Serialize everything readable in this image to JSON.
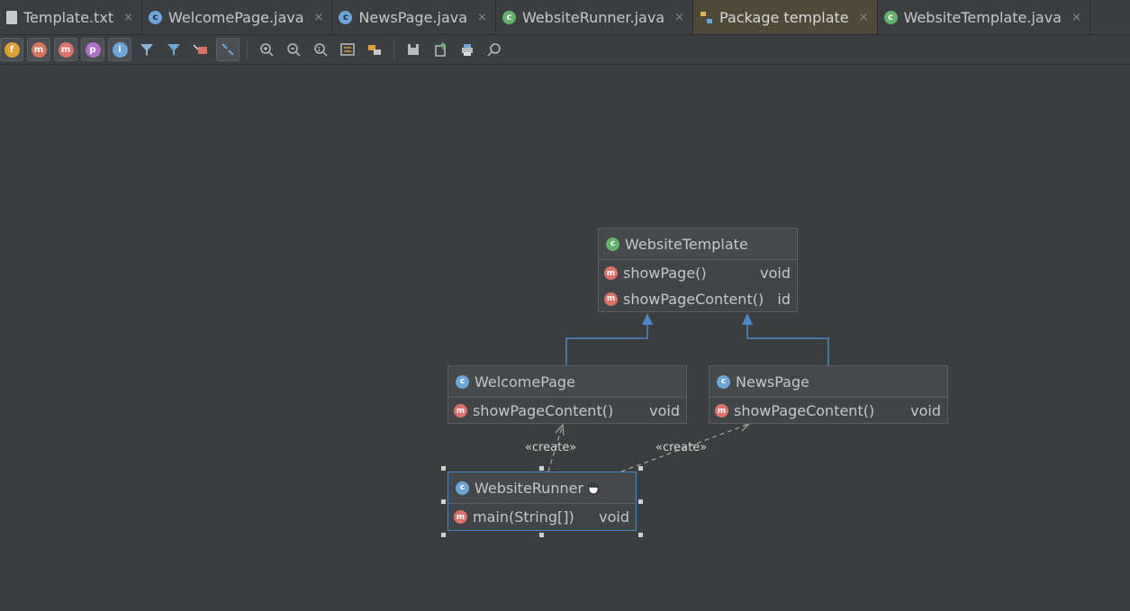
{
  "tabs": [
    {
      "label": "Template.txt",
      "icon": "text-file-icon",
      "kind": "file",
      "active": false
    },
    {
      "label": "WelcomePage.java",
      "icon": "class-icon",
      "kind": "class",
      "active": false
    },
    {
      "label": "NewsPage.java",
      "icon": "class-icon",
      "kind": "class",
      "active": false
    },
    {
      "label": "WebsiteRunner.java",
      "icon": "class-icon",
      "kind": "abstract",
      "active": false
    },
    {
      "label": "Package template",
      "icon": "diagram-icon",
      "kind": "diagram",
      "active": true
    },
    {
      "label": "WebsiteTemplate.java",
      "icon": "abstract-class-icon",
      "kind": "abstract",
      "active": false
    }
  ],
  "close_glyph": "×",
  "toolbar": {
    "badges": [
      {
        "name": "fields-toggle",
        "glyph": "f",
        "color": "#e0a030"
      },
      {
        "name": "constructors-toggle",
        "glyph": "m",
        "color": "#d9735f"
      },
      {
        "name": "methods-toggle",
        "glyph": "m",
        "color": "#e0706a"
      },
      {
        "name": "properties-toggle",
        "glyph": "p",
        "color": "#b070c8"
      },
      {
        "name": "inner-classes-toggle",
        "glyph": "i",
        "color": "#6aa6d8"
      }
    ]
  },
  "diagram": {
    "website_template": {
      "name": "WebsiteTemplate",
      "methods": [
        {
          "name": "showPage()",
          "type": "void"
        },
        {
          "name": "showPageContent()",
          "type": "id"
        }
      ]
    },
    "welcome_page": {
      "name": "WelcomePage",
      "methods": [
        {
          "name": "showPageContent()",
          "type": "void"
        }
      ]
    },
    "news_page": {
      "name": "NewsPage",
      "methods": [
        {
          "name": "showPageContent()",
          "type": "void"
        }
      ]
    },
    "website_runner": {
      "name": "WebsiteRunner",
      "methods": [
        {
          "name": "main(String[])",
          "type": "void"
        }
      ]
    },
    "stereotype": "«create»"
  },
  "colors": {
    "inheritance_arrow": "#4a88c7",
    "dependency_arrow": "#a8a8a8",
    "active_tab": "#4f4a38"
  }
}
